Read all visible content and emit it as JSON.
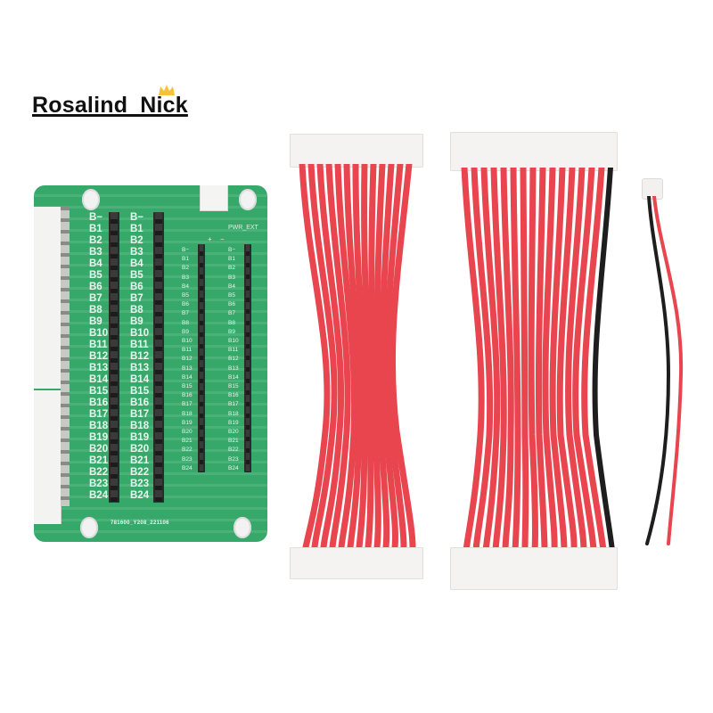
{
  "watermark": {
    "text": "Rosalind_Nick",
    "crown_color": "#f5c33b"
  },
  "pcb": {
    "color": "#35a86a",
    "big_labels": [
      "B−",
      "B1",
      "B2",
      "B3",
      "B4",
      "B5",
      "B6",
      "B7",
      "B8",
      "B9",
      "B10",
      "B11",
      "B12",
      "B13",
      "B14",
      "B15",
      "B16",
      "B17",
      "B18",
      "B19",
      "B20",
      "B21",
      "B22",
      "B23",
      "B24"
    ],
    "small_labels": [
      "B−",
      "B1",
      "B2",
      "B3",
      "B4",
      "B5",
      "B6",
      "B7",
      "B8",
      "B9",
      "B10",
      "B11",
      "B12",
      "B13",
      "B14",
      "B15",
      "B16",
      "B17",
      "B18",
      "B19",
      "B20",
      "B21",
      "B22",
      "B23",
      "B24"
    ],
    "pwr_label": "PWR_EXT",
    "pwr_plus": "+",
    "pwr_minus": "−",
    "board_code": "781600_Y208_221106"
  },
  "cables": {
    "wire_red": "#e8454f",
    "wire_black": "#1e1e1e",
    "plug_color": "#f4f3f1",
    "cable1_wires": 13,
    "cable2_wires": 16,
    "pigtail": {
      "wires": [
        "red",
        "black"
      ]
    }
  }
}
